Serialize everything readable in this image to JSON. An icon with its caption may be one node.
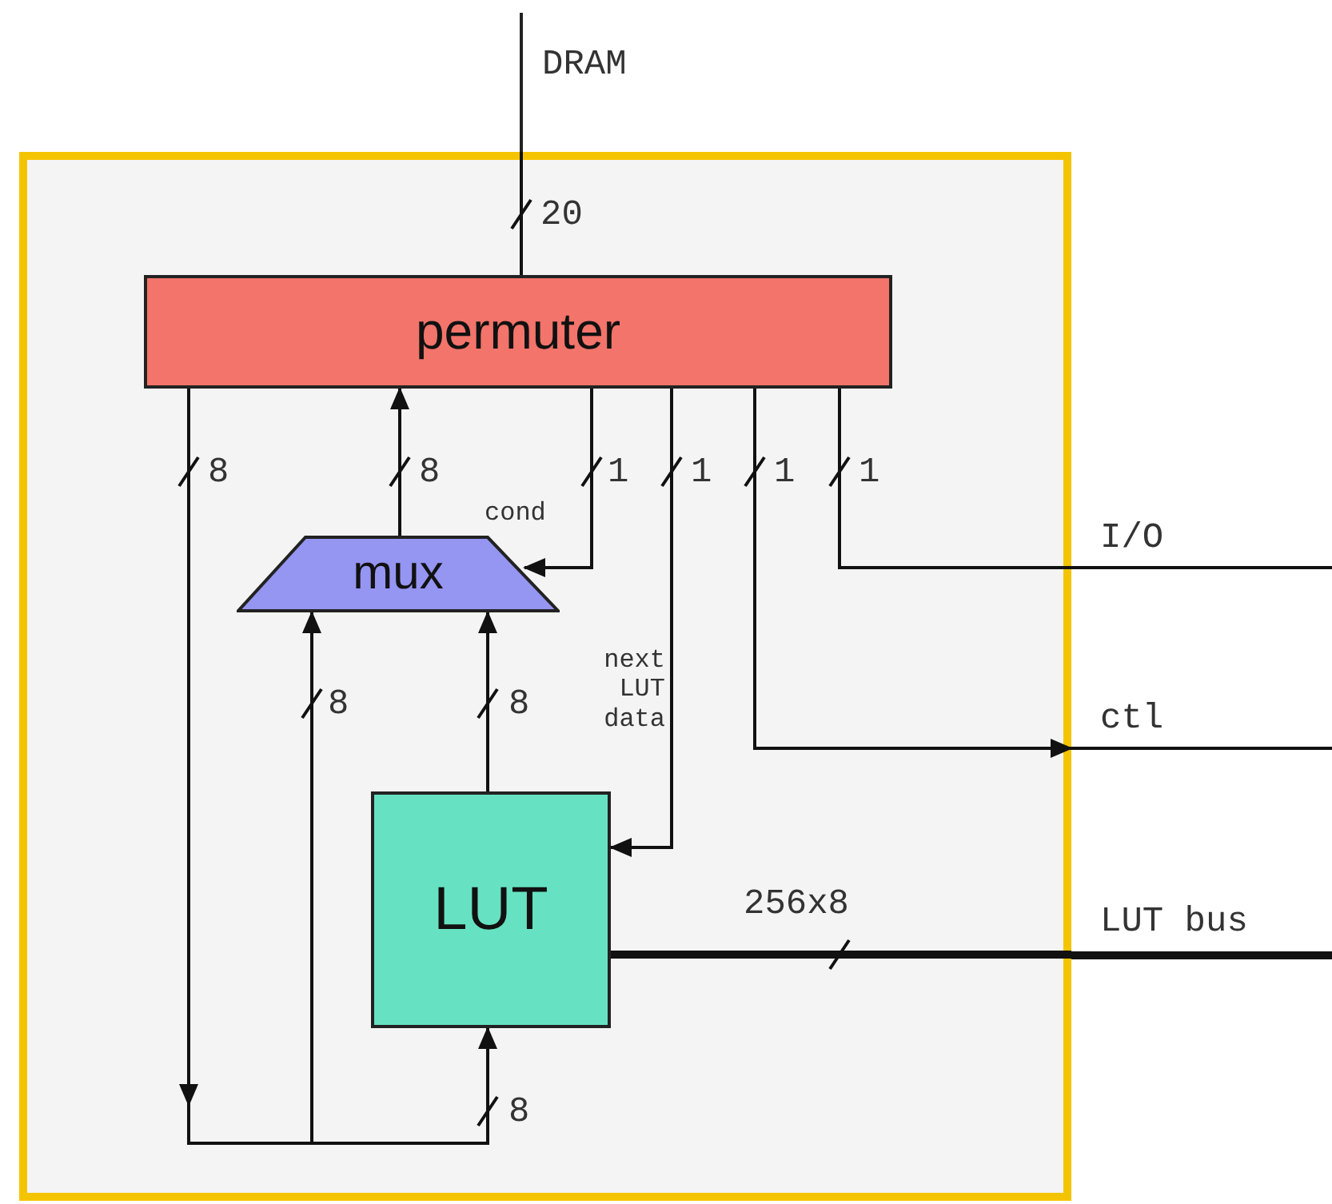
{
  "diagram": {
    "nodes": [
      {
        "text": [],
        "shape": "box"
      },
      {
        "text": [
          "permuter"
        ],
        "in": 0
      },
      {
        "text": [
          "mux"
        ],
        "in": 0,
        "beside": [
          "cond"
        ]
      },
      {
        "text": [
          "LUT"
        ],
        "in": 0
      },
      {
        "text": [
          "DRAM"
        ]
      },
      {
        "text": [
          "I/O"
        ]
      },
      {
        "text": [
          "ctl"
        ]
      },
      {
        "text": [
          "LUT bus"
        ]
      }
    ],
    "edges": [
      {
        "from": 4,
        "to": 1,
        "arrow": "none",
        "label": "20"
      },
      {
        "from": 1,
        "to": 2,
        "arrow": "to",
        "label": "8"
      },
      {
        "from": 1,
        "to": 3,
        "arrow": "to",
        "label": "8"
      },
      {
        "from": 2,
        "to": 1,
        "arrow": "to",
        "label": "8"
      },
      {
        "from": 3,
        "to": 2,
        "arrow": "to",
        "label": "8"
      },
      {
        "from": 1,
        "to": 2,
        "arrow": "to",
        "label": "1"
      },
      {
        "from": 1,
        "to": 3,
        "arrow": "to",
        "label": "1"
      },
      {
        "from": 1,
        "to": 6,
        "arrow": "to",
        "label": "1"
      },
      {
        "from": 1,
        "to": 5,
        "arrow": "none",
        "label": "1"
      },
      {
        "from": 3,
        "to": 7,
        "arrow": "none",
        "label": "256x8",
        "style": "thick"
      }
    ],
    "labels": [
      "8",
      "next LUT data"
    ]
  }
}
